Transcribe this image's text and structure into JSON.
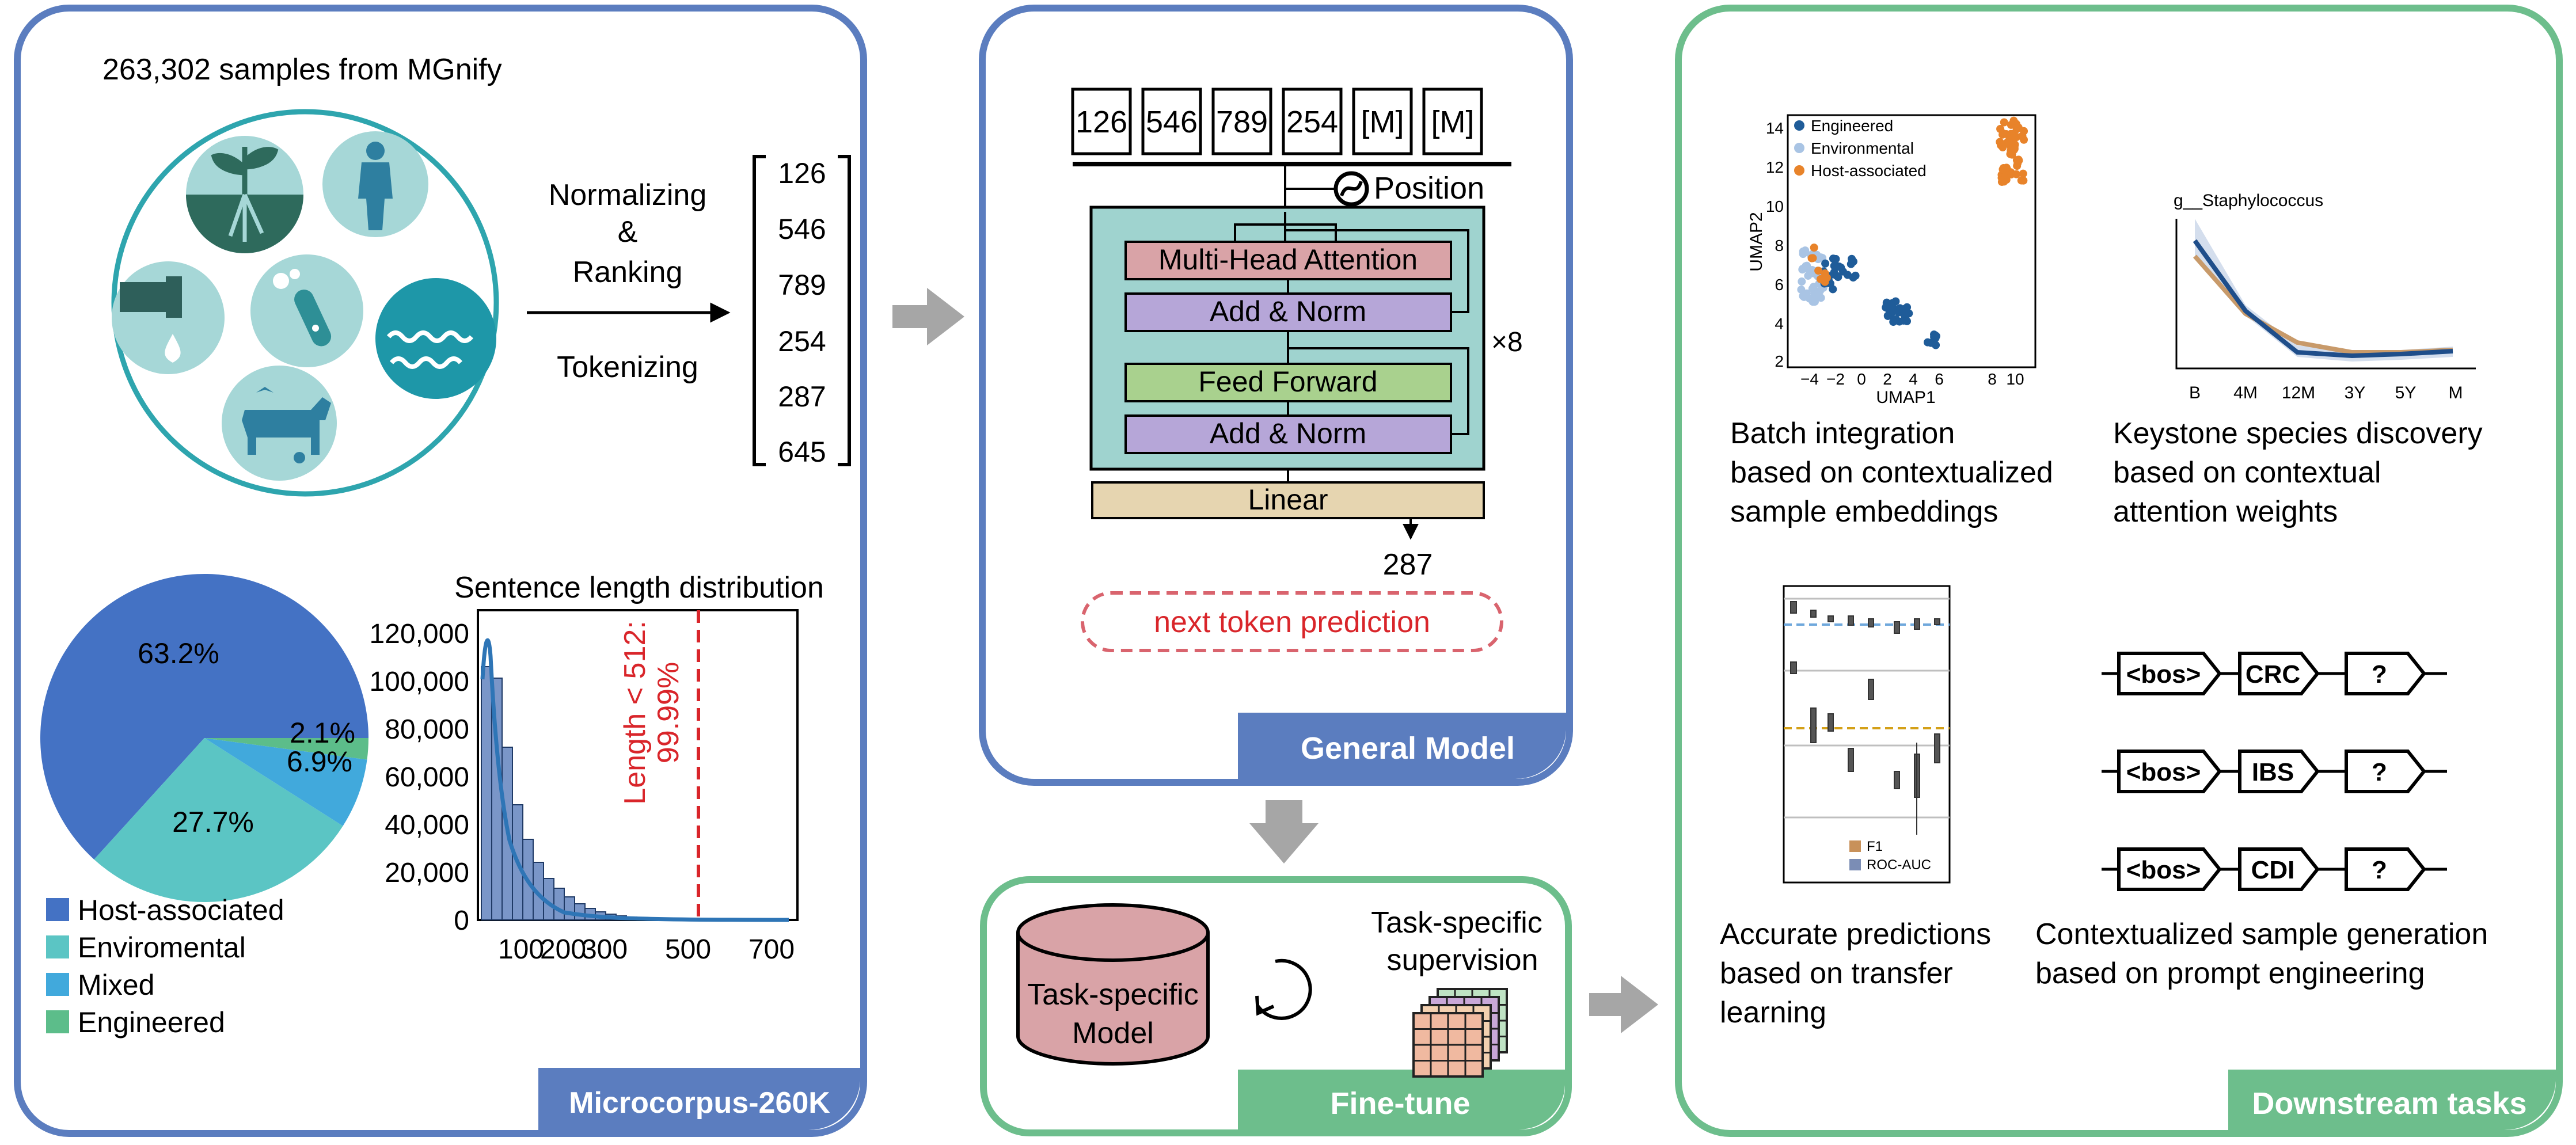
{
  "panel1": {
    "tag": "Microcorpus-260K",
    "samples_title": "263,302 samples from MGnify",
    "process_labels": [
      "Normalizing",
      "&",
      "Ranking",
      "Tokenizing"
    ],
    "ranked_tokens": [
      "126",
      "546",
      "789",
      "254",
      "287",
      "645"
    ],
    "icons": [
      "plant-soil-icon",
      "human-icon",
      "pipe-drop-icon",
      "test-tube-icon",
      "water-waves-icon",
      "animals-icon"
    ],
    "pie": {
      "slices": [
        {
          "label": "Host-associated",
          "value": 63.2,
          "display": "63.2%",
          "color": "#4472C4"
        },
        {
          "label": "Enviromental",
          "value": 27.7,
          "display": "27.7%",
          "color": "#5BC5C4"
        },
        {
          "label": "Mixed",
          "value": 6.9,
          "display": "6.9%",
          "color": "#41A9DC"
        },
        {
          "label": "Engineered",
          "value": 2.1,
          "display": "2.1%",
          "color": "#5CBD8A"
        }
      ]
    },
    "histogram": {
      "title": "Sentence length distribution",
      "y_ticks": [
        "0",
        "20,000",
        "40,000",
        "60,000",
        "80,000",
        "100,000",
        "120,000"
      ],
      "x_ticks": [
        "100",
        "200",
        "300",
        "500",
        "700"
      ],
      "annotation_line1": "Length < 512:",
      "annotation_line2": "99.99%"
    }
  },
  "panel2": {
    "tag": "General Model",
    "input_tokens": [
      "126",
      "546",
      "789",
      "254",
      "[M]",
      "[M]"
    ],
    "position_label": "Position",
    "blocks": {
      "attention": "Multi-Head Attention",
      "add_norm_1": "Add & Norm",
      "feed_forward": "Feed Forward",
      "add_norm_2": "Add & Norm",
      "linear": "Linear"
    },
    "repeat": "×8",
    "output_token": "287",
    "objective": "next token prediction"
  },
  "panel3": {
    "tag": "Fine-tune",
    "model_line1": "Task-specific",
    "model_line2": "Model",
    "supervision_line1": "Task-specific",
    "supervision_line2": "supervision"
  },
  "panel4": {
    "tag": "Downstream tasks",
    "task1": [
      "Batch integration",
      "based on contextualized",
      "sample embeddings"
    ],
    "task2": [
      "Keystone species discovery",
      "based on contextual",
      "attention weights"
    ],
    "task3": [
      "Accurate predictions",
      "based on transfer",
      "learning"
    ],
    "task4": [
      "Contextualized sample generation",
      "based on prompt engineering"
    ],
    "umap": {
      "xlabel": "UMAP1",
      "ylabel": "UMAP2",
      "x_ticks": [
        "−4",
        "−2",
        "0",
        "2",
        "4",
        "6",
        "8",
        "10"
      ],
      "y_ticks": [
        "2",
        "4",
        "6",
        "8",
        "10",
        "12",
        "14"
      ],
      "legend": [
        {
          "label": "Engineered",
          "color": "#1F5C99"
        },
        {
          "label": "Environmental",
          "color": "#A9C4E4"
        },
        {
          "label": "Host-associated",
          "color": "#E8832A"
        }
      ]
    },
    "keystone": {
      "title": "g__Staphylococcus",
      "x_ticks": [
        "B",
        "4M",
        "12M",
        "3Y",
        "5Y",
        "M"
      ]
    },
    "boxplot_legend": [
      "F1",
      "ROC-AUC"
    ],
    "prompts": [
      {
        "start": "<bos>",
        "label": "CRC",
        "next": "?"
      },
      {
        "start": "<bos>",
        "label": "IBS",
        "next": "?"
      },
      {
        "start": "<bos>",
        "label": "CDI",
        "next": "?"
      }
    ]
  },
  "colors": {
    "blue_frame": "#5B7DBF",
    "green_frame": "#6DBE8C",
    "attention": "#D9A3A7",
    "add_norm": "#B6A6D8",
    "feed_forward": "#A9D18E",
    "linear": "#E6D5B0",
    "encoder_bg": "#9FD3CF",
    "red": "#D9252A"
  }
}
